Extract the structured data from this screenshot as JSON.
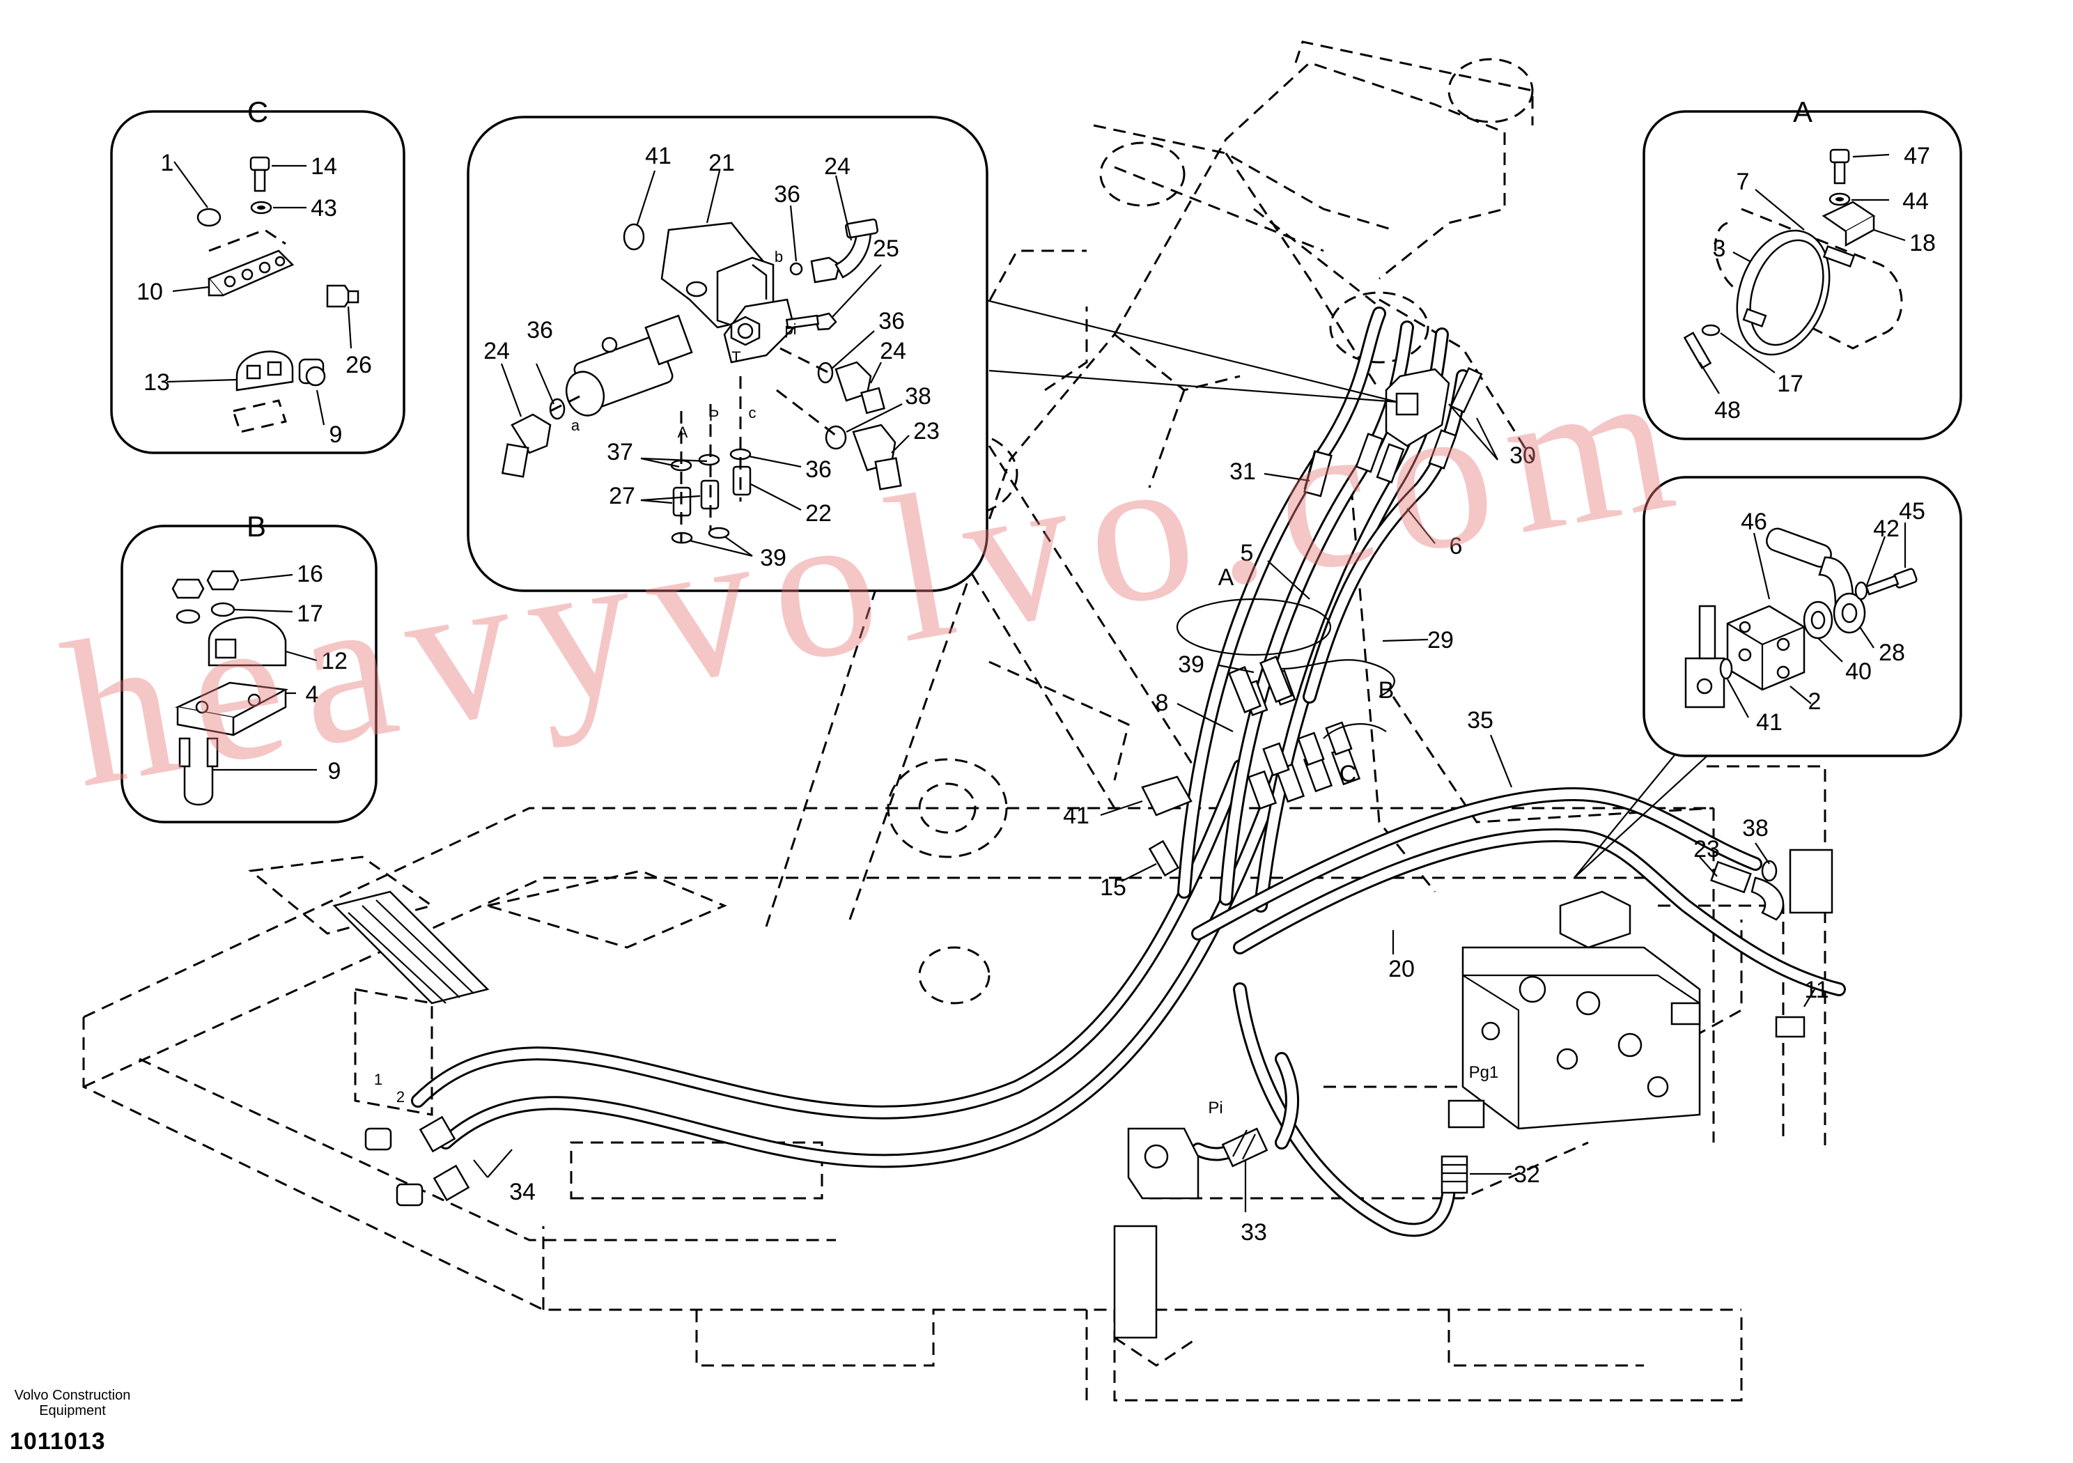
{
  "sections": {
    "c": "C",
    "b": "B",
    "a": "A",
    "main_a": "A",
    "main_b": "B",
    "main_c": "C"
  },
  "callouts": {
    "c_1": "1",
    "c_14": "14",
    "c_43": "43",
    "c_10": "10",
    "c_26": "26",
    "c_13": "13",
    "c_9": "9",
    "b_16": "16",
    "b_17": "17",
    "b_12": "12",
    "b_4": "4",
    "b_9": "9",
    "v_41": "41",
    "v_21": "21",
    "v_36a": "36",
    "v_24a": "24",
    "v_25": "25",
    "v_36b": "36",
    "v_24b": "24",
    "v_24c": "24",
    "v_36c": "36",
    "v_38": "38",
    "v_23": "23",
    "v_37": "37",
    "v_36d": "36",
    "v_27": "27",
    "v_22": "22",
    "v_39": "39",
    "a_47": "47",
    "a_7": "7",
    "a_44": "44",
    "a_3": "3",
    "a_18": "18",
    "a_17": "17",
    "a_48": "48",
    "d_46": "46",
    "d_42": "42",
    "d_45": "45",
    "d_28": "28",
    "d_40": "40",
    "d_2": "2",
    "d_41": "41",
    "m_30": "30",
    "m_31": "31",
    "m_5": "5",
    "m_6": "6",
    "m_29": "29",
    "m_39": "39",
    "m_8": "8",
    "m_35": "35",
    "m_41": "41",
    "m_15": "15",
    "m_23": "23",
    "m_38": "38",
    "m_20": "20",
    "m_11": "11",
    "m_34": "34",
    "m_33": "33",
    "m_32": "32"
  },
  "port_labels": {
    "b": "b",
    "pi": "pi",
    "t": "T",
    "a_port": "a",
    "a_upper": "A",
    "p": "P",
    "c": "c",
    "pg1": "Pg1",
    "pi_main": "Pi",
    "n1": "1",
    "n2": "2"
  },
  "watermark": "heavyvolvo.com",
  "footer": {
    "brand_line1": "Volvo Construction",
    "brand_line2": "Equipment",
    "doc_number": "1011013"
  }
}
